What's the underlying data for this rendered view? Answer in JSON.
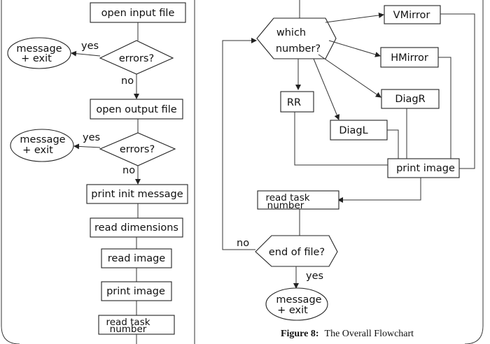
{
  "left_flow": {
    "open_input": "open input file",
    "errors_1": "errors?",
    "message_exit_1": [
      "message",
      "+ exit"
    ],
    "yes_1": "yes",
    "no_1": "no",
    "open_output": "open output file",
    "errors_2": "errors?",
    "message_exit_2": [
      "message",
      "+ exit"
    ],
    "yes_2": "yes",
    "no_2": "no",
    "print_init": "print init message",
    "read_dimensions": "read dimensions",
    "read_image": "read image",
    "print_image": "print image",
    "read_task": [
      "read task",
      "number"
    ]
  },
  "right_flow": {
    "which_number": [
      "which",
      "number?"
    ],
    "vmirror": "VMirror",
    "hmirror": "HMirror",
    "diagr": "DiagR",
    "rr": "RR",
    "diagl": "DiagL",
    "print_image": "print image",
    "read_task": [
      "read task",
      "number"
    ],
    "end_of_file": "end of file?",
    "no": "no",
    "yes": "yes",
    "message_exit": [
      "message",
      "+ exit"
    ]
  },
  "caption": {
    "label": "Figure 8:",
    "text": "The Overall Flowchart"
  }
}
